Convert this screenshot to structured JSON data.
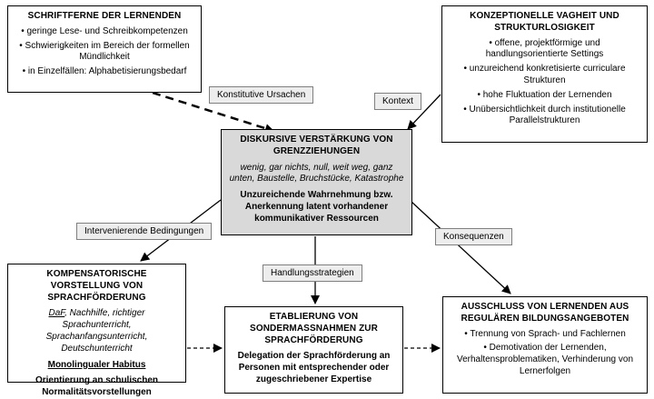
{
  "boxes": {
    "top_left": {
      "title": "SCHRIFTFERNE DER LERNENDEN",
      "bullets": [
        "geringe Lese- und Schreibkompetenzen",
        "Schwierigkeiten im Bereich der formellen Mündlichkeit",
        "in Einzelfällen: Alphabetisierungsbedarf"
      ]
    },
    "top_right": {
      "title": "KONZEPTIONELLE VAGHEIT UND STRUKTURLOSIGKEIT",
      "bullets": [
        "offene, projektförmige und handlungsorientierte Settings",
        "unzureichend konkretisierte curriculare Strukturen",
        "hohe Fluktuation der Lernenden",
        "Unübersichtlichkeit durch institutionelle Parallelstrukturen"
      ]
    },
    "center": {
      "title": "DISKURSIVE VERSTÄRKUNG VON GRENZZIEHUNGEN",
      "quotes": "wenig, gar nichts, null, weit weg, ganz unten, Baustelle, Bruchstücke, Katastrophe",
      "statement": "Unzureichende Wahrnehmung bzw. Anerkennung latent vorhandener kommunikativer Ressourcen"
    },
    "bottom_left": {
      "title": "KOMPENSATORISCHE VORSTELLUNG VON SPRACHFÖRDERUNG",
      "keyword_underlined": "DaF",
      "keywords_rest": ", Nachhilfe, richtiger Sprachunterricht, Sprachanfangsunterricht, Deutschunterricht",
      "habitus": "Monolingualer Habitus",
      "orientation": "Orientierung an schulischen Normalitätsvorstellungen"
    },
    "bottom_center": {
      "title": "ETABLIERUNG VON SONDERMASSNAHMEN ZUR SPRACHFÖRDERUNG",
      "statement": "Delegation der Sprachförderung an Personen mit entsprechender oder zugeschriebener Expertise"
    },
    "bottom_right": {
      "title": "AUSSCHLUSS VON LERNENDEN AUS REGULÄREN BILDUNGSANGEBOTEN",
      "bullets": [
        "Trennung von Sprach- und Fachlernen",
        "Demotivation der Lernenden, Verhaltensproblematiken, Verhinderung von Lernerfolgen"
      ]
    }
  },
  "labels": {
    "causes": "Konstitutive Ursachen",
    "context": "Kontext",
    "intervening": "Intervenierende Bedingungen",
    "consequences": "Konsequenzen",
    "strategies": "Handlungsstrategien"
  },
  "colors": {
    "center_box_bg": "#d9d9d9",
    "chip_bg": "#ededed",
    "line": "#000000"
  }
}
